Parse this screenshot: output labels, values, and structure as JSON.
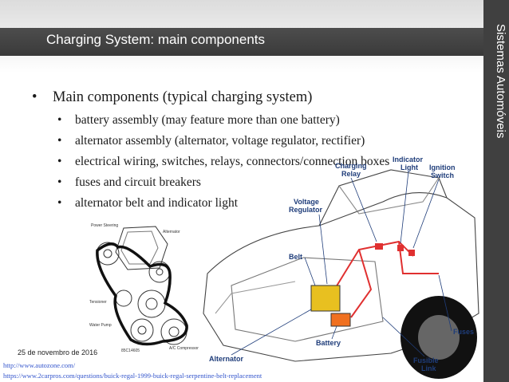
{
  "slide": {
    "title": "Charging System: main components",
    "side_title": "Sistemas Automóveis",
    "main_bullet": "Main components (typical charging system)",
    "sub_bullets": [
      "battery assembly (may feature more than one battery)",
      "alternator assembly (alternator, voltage regulator, rectifier)",
      "electrical wiring, switches, relays, connectors/connection boxes",
      "fuses and circuit breakers",
      "alternator belt and indicator light"
    ],
    "date": "25 de novembro de 2016",
    "sources": [
      "http://www.autozone.com/",
      "https://www.2carpros.com/questions/buick-regal-1999-buick-regal-serpentine-belt-replacement"
    ]
  },
  "belt_diagram": {
    "labels": {
      "power_steering": "Power Steering",
      "alternator": "Alternator",
      "tensioner": "Tensioner",
      "water_pump": "Water Pump",
      "ac": "A/C Compressor",
      "code": "85C14605"
    }
  },
  "car_diagram": {
    "labels": {
      "charging_relay": "Charging Relay",
      "indicator_light": "Indicator Light",
      "ignition_switch": "Ignition Switch",
      "voltage_regulator": "Voltage Regulator",
      "belt": "Belt",
      "fuses": "Fuses",
      "battery": "Battery",
      "alternator": "Alternator",
      "fusible_link": "Fusible Link"
    }
  },
  "colors": {
    "header_dark": "#404040",
    "label_blue": "#1f3d7a",
    "wire_red": "#e03030",
    "alternator_yellow": "#e8c020",
    "battery_orange": "#f07020"
  }
}
